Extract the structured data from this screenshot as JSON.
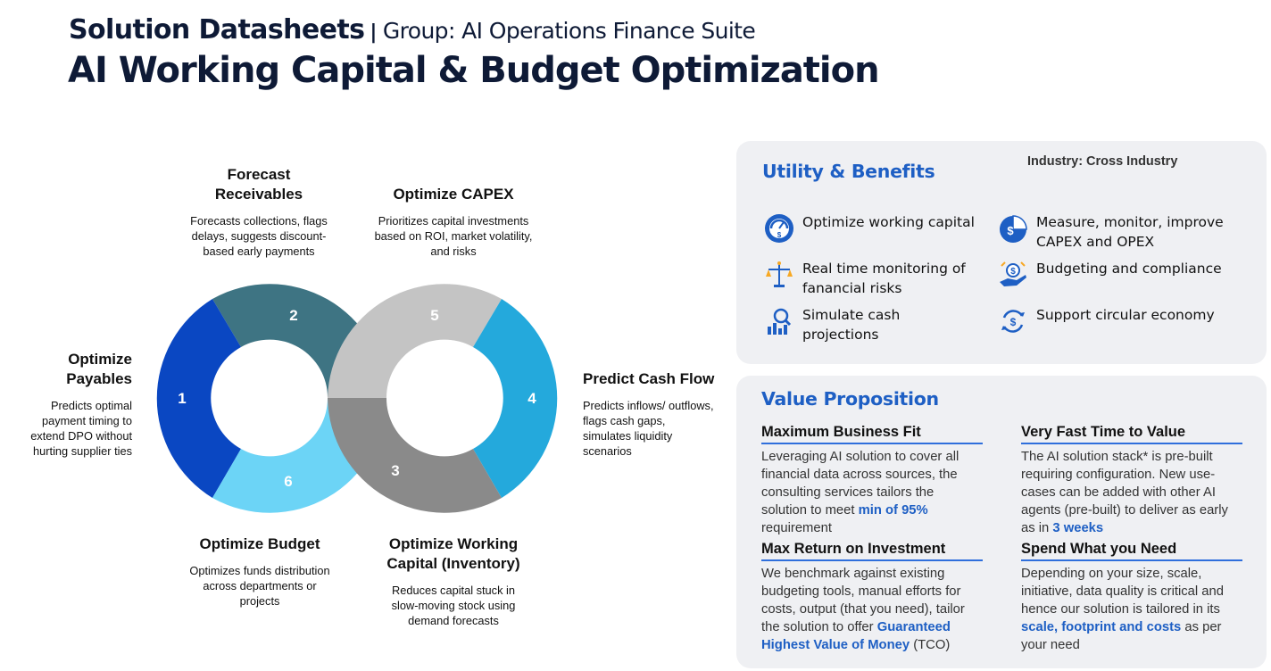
{
  "header": {
    "brand": "Solution Datasheets",
    "separator": "|",
    "group": "Group: AI Operations Finance Suite",
    "title": "AI Working Capital & Budget Optimization"
  },
  "wheel": {
    "colors": {
      "s1": "#0a47c2",
      "s2": "#3e7483",
      "s3": "#8a8a8a",
      "s4": "#24a9dc",
      "s5": "#c4c4c4",
      "s6": "#6cd4f6"
    },
    "segments": [
      {
        "number": "1",
        "title": "Optimize Payables",
        "description": "Predicts optimal payment timing to extend DPO without hurting supplier ties"
      },
      {
        "number": "2",
        "title": "Forecast Receivables",
        "description": "Forecasts collections, flags delays, suggests discount-based early payments"
      },
      {
        "number": "3",
        "title": "Optimize Working Capital (Inventory)",
        "description": "Reduces capital stuck in slow-moving stock using demand forecasts"
      },
      {
        "number": "4",
        "title": "Predict Cash Flow",
        "description": "Predicts  inflows/ outflows, flags cash gaps, simulates liquidity scenarios"
      },
      {
        "number": "5",
        "title": "Optimize CAPEX",
        "description": "Prioritizes capital investments based on ROI, market volatility, and risks"
      },
      {
        "number": "6",
        "title": "Optimize Budget",
        "description": "Optimizes funds distribution across departments or projects"
      }
    ]
  },
  "benefits": {
    "heading": "Utility & Benefits",
    "industry": "Industry: Cross Industry",
    "accent": "#1e5fc4",
    "items": [
      {
        "icon": "gauge-dollar-icon",
        "label": "Optimize working capital"
      },
      {
        "icon": "balance-scale-icon",
        "label": "Real time monitoring of fanancial risks"
      },
      {
        "icon": "chart-magnifier-icon",
        "label": "Simulate cash projections"
      },
      {
        "icon": "pie-dollar-icon",
        "label": "Measure, monitor, improve CAPEX and OPEX"
      },
      {
        "icon": "hand-coins-icon",
        "label": "Budgeting and compliance"
      },
      {
        "icon": "circular-arrows-dollar-icon",
        "label": "Support circular economy"
      }
    ]
  },
  "value_proposition": {
    "heading": "Value Proposition",
    "blocks": [
      {
        "title": "Maximum Business Fit",
        "text": "Leveraging AI solution to cover all financial data across sources, the consulting services tailors the solution to meet ",
        "highlight": "min of 95%",
        "after": " requirement"
      },
      {
        "title": "Very Fast Time to Value",
        "text": "The AI solution stack* is pre-built requiring configuration. New use-cases can be added with other AI agents (pre-built) to deliver as early as in  ",
        "highlight": "3 weeks",
        "after": ""
      },
      {
        "title": "Max Return on Investment",
        "text": "We benchmark against existing budgeting tools, manual efforts for costs, output (that you need), tailor the solution to offer ",
        "highlight": "Guaranteed Highest Value of Money",
        "after": " (TCO)"
      },
      {
        "title": "Spend What you Need",
        "text": "Depending on your size, scale, initiative, data quality is critical and hence our solution is tailored in its ",
        "highlight": "scale, footprint and costs",
        "after": " as per your need"
      }
    ]
  }
}
